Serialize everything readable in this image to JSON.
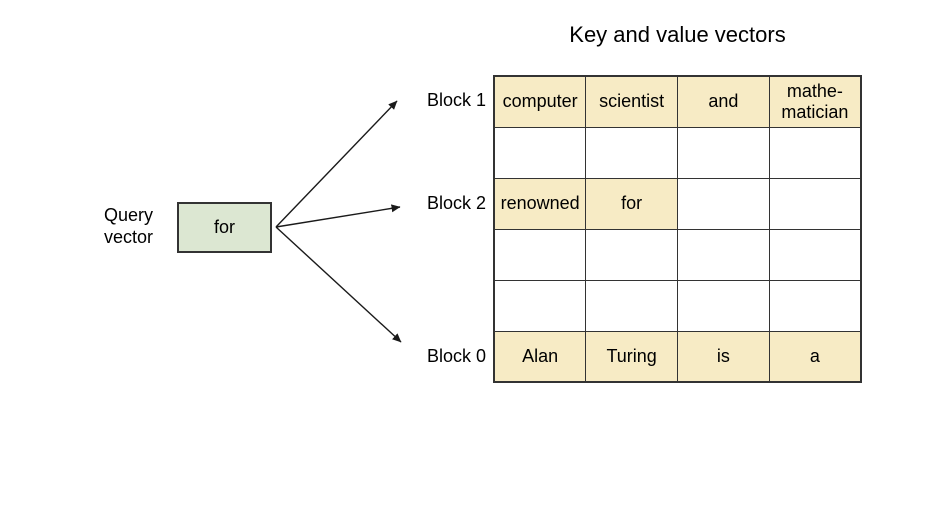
{
  "title": "Key and value vectors",
  "query": {
    "label": "Query vector",
    "value": "for"
  },
  "blocks": [
    {
      "label": "Block 1"
    },
    {
      "label": "Block 2"
    },
    {
      "label": "Block 0"
    }
  ],
  "table": {
    "columns": 4,
    "rows": [
      {
        "cells": [
          {
            "text": "computer",
            "highlighted": true
          },
          {
            "text": "scientist",
            "highlighted": true
          },
          {
            "text": "and",
            "highlighted": true
          },
          {
            "text": "mathe-matician",
            "highlighted": true
          }
        ]
      },
      {
        "cells": [
          {
            "text": "",
            "highlighted": false
          },
          {
            "text": "",
            "highlighted": false
          },
          {
            "text": "",
            "highlighted": false
          },
          {
            "text": "",
            "highlighted": false
          }
        ]
      },
      {
        "cells": [
          {
            "text": "renowned",
            "highlighted": true
          },
          {
            "text": "for",
            "highlighted": true
          },
          {
            "text": "",
            "highlighted": false
          },
          {
            "text": "",
            "highlighted": false
          }
        ]
      },
      {
        "cells": [
          {
            "text": "",
            "highlighted": false
          },
          {
            "text": "",
            "highlighted": false
          },
          {
            "text": "",
            "highlighted": false
          },
          {
            "text": "",
            "highlighted": false
          }
        ]
      },
      {
        "cells": [
          {
            "text": "",
            "highlighted": false
          },
          {
            "text": "",
            "highlighted": false
          },
          {
            "text": "",
            "highlighted": false
          },
          {
            "text": "",
            "highlighted": false
          }
        ]
      },
      {
        "cells": [
          {
            "text": "Alan",
            "highlighted": true
          },
          {
            "text": "Turing",
            "highlighted": true
          },
          {
            "text": "is",
            "highlighted": true
          },
          {
            "text": "a",
            "highlighted": true
          }
        ]
      }
    ]
  },
  "colors": {
    "highlight": "#F7EBC5",
    "query_box": "#DCE7D2",
    "border": "#333333",
    "arrow": "#1a1a1a"
  }
}
